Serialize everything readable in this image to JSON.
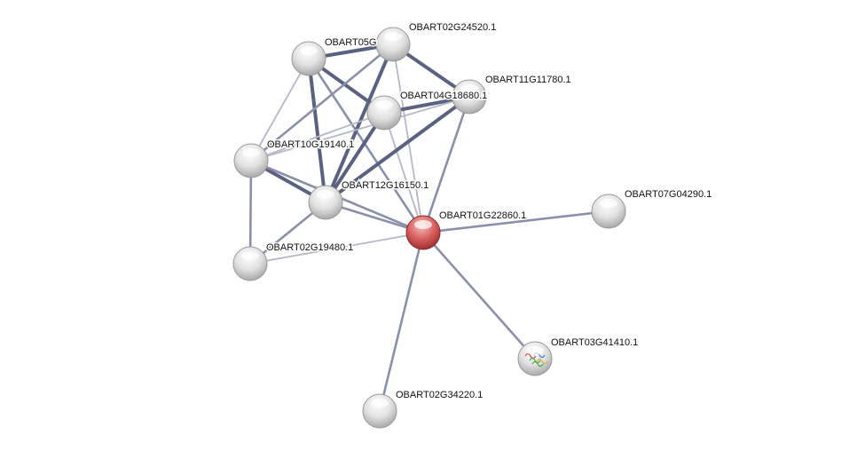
{
  "network": {
    "nodes": [
      {
        "id": "n05",
        "label": "OBART05G",
        "query": false
      },
      {
        "id": "n24520",
        "label": "OBART02G24520.1",
        "query": false
      },
      {
        "id": "n11",
        "label": "OBART11G11780.1",
        "query": false
      },
      {
        "id": "n04",
        "label": "OBART04G18680.1",
        "query": false
      },
      {
        "id": "n10",
        "label": "OBART10G19140.1",
        "query": false
      },
      {
        "id": "n12",
        "label": "OBART12G16150.1",
        "query": false
      },
      {
        "id": "n01",
        "label": "OBART01G22860.1",
        "query": true
      },
      {
        "id": "n07",
        "label": "OBART07G04290.1",
        "query": false
      },
      {
        "id": "n19480",
        "label": "OBART02G19480.1",
        "query": false
      },
      {
        "id": "n03",
        "label": "OBART03G41410.1",
        "query": false,
        "has_structure": true
      },
      {
        "id": "n34220",
        "label": "OBART02G34220.1",
        "query": false
      }
    ],
    "edges": [
      [
        "n05",
        "n24520",
        "strong"
      ],
      [
        "n05",
        "n04",
        "strong"
      ],
      [
        "n05",
        "n12",
        "strong"
      ],
      [
        "n05",
        "n10",
        "weak"
      ],
      [
        "n05",
        "n01",
        "medium"
      ],
      [
        "n24520",
        "n11",
        "strong"
      ],
      [
        "n24520",
        "n12",
        "strong"
      ],
      [
        "n24520",
        "n10",
        "medium"
      ],
      [
        "n24520",
        "n01",
        "weak"
      ],
      [
        "n04",
        "n11",
        "strong"
      ],
      [
        "n04",
        "n10",
        "weak"
      ],
      [
        "n04",
        "n12",
        "strong"
      ],
      [
        "n04",
        "n01",
        "weak"
      ],
      [
        "n11",
        "n12",
        "strong"
      ],
      [
        "n11",
        "n10",
        "weak"
      ],
      [
        "n11",
        "n01",
        "medium"
      ],
      [
        "n10",
        "n12",
        "strong"
      ],
      [
        "n10",
        "n01",
        "medium"
      ],
      [
        "n10",
        "n19480",
        "medium"
      ],
      [
        "n12",
        "n01",
        "medium"
      ],
      [
        "n12",
        "n19480",
        "medium"
      ],
      [
        "n19480",
        "n01",
        "weak"
      ],
      [
        "n01",
        "n07",
        "medium"
      ],
      [
        "n01",
        "n03",
        "medium"
      ],
      [
        "n01",
        "n34220",
        "medium"
      ]
    ],
    "colors": {
      "query_node": "#d9534f",
      "node": "#e6e6e6",
      "edge_strong": "#5b6180",
      "edge_medium": "#8a90aa",
      "edge_weak": "#b4b8c8"
    }
  }
}
